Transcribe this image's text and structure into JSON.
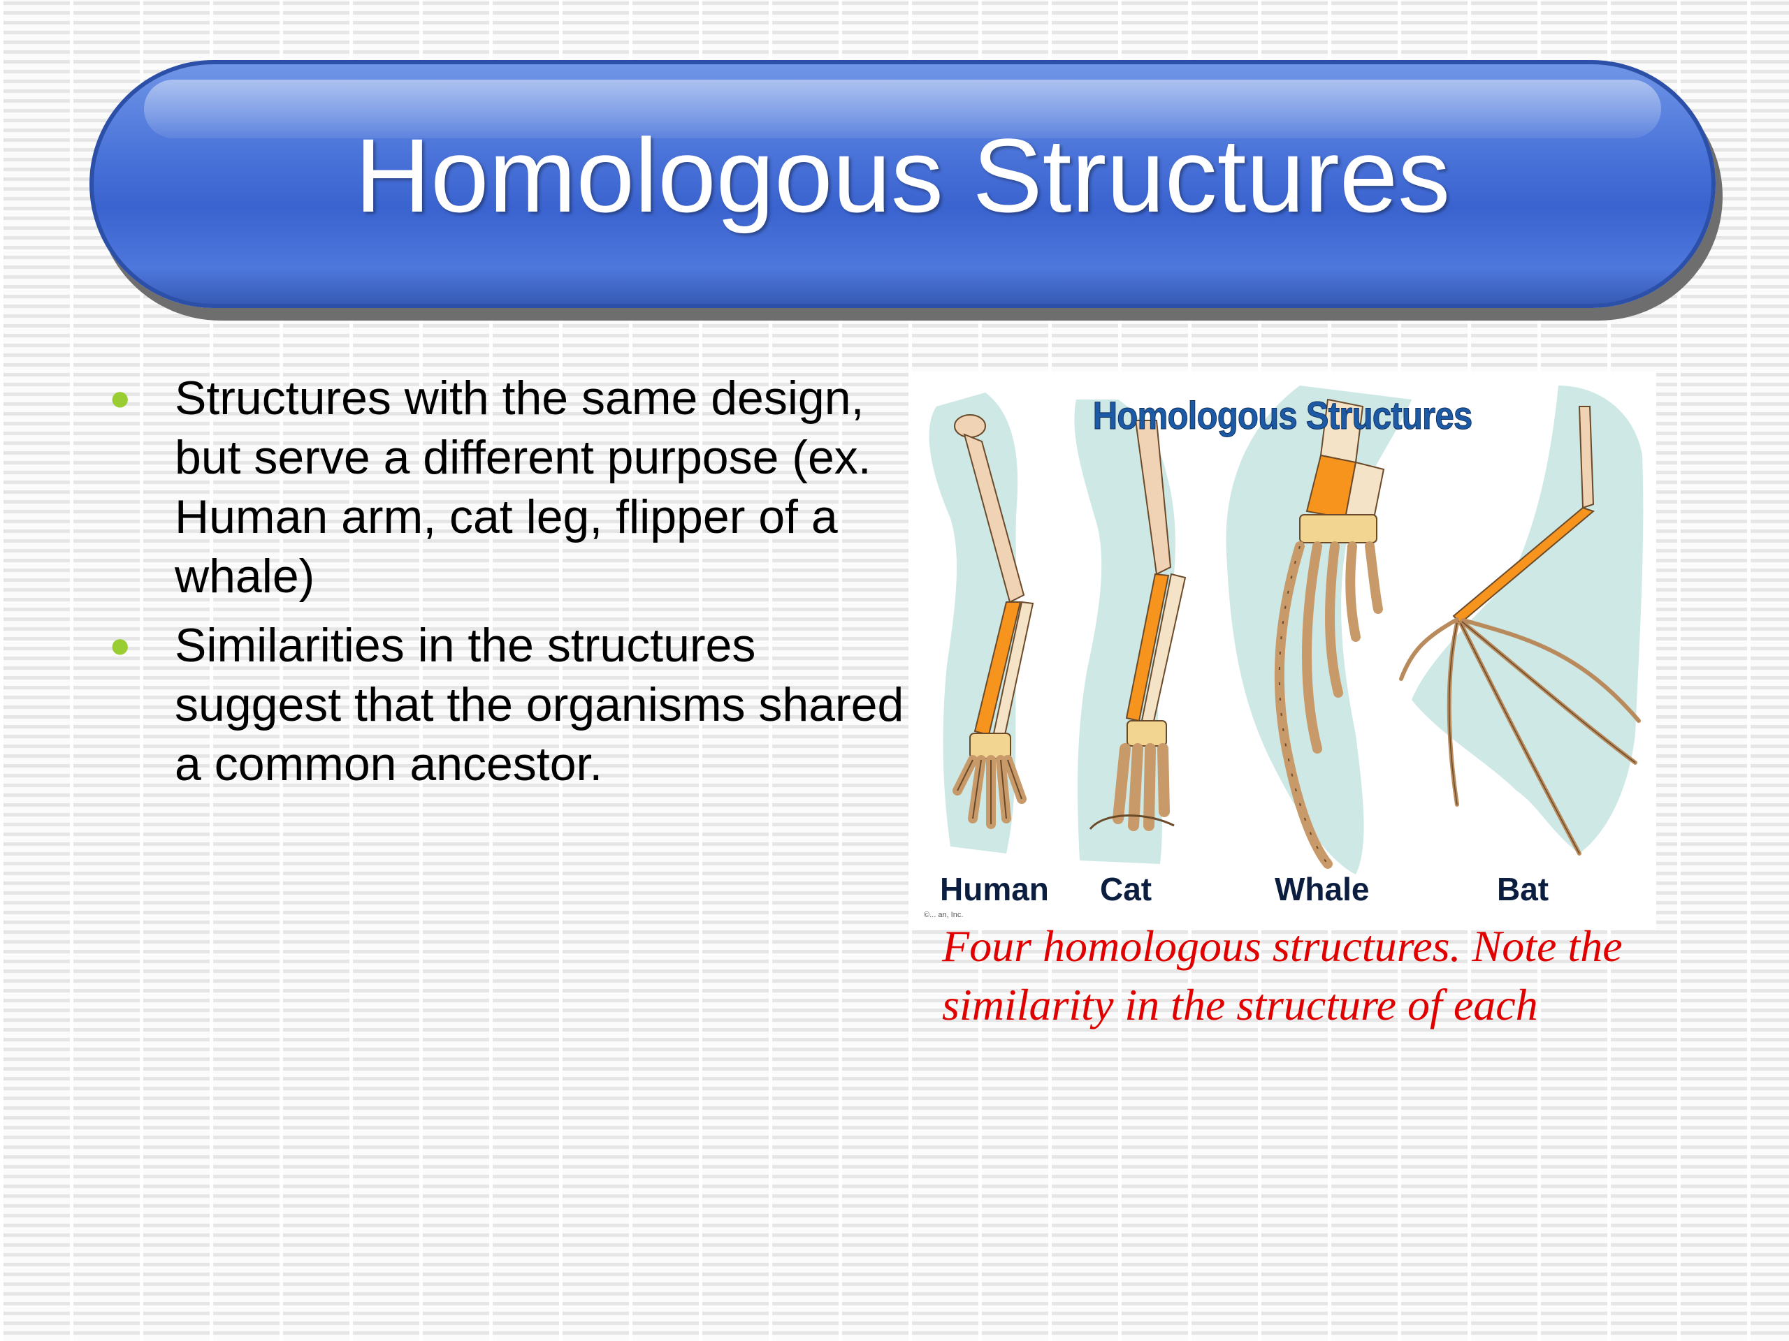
{
  "slide": {
    "title": "Homologous Structures"
  },
  "bullets": [
    "Structures with the same design, but serve a different purpose (ex. Human arm, cat leg, flipper of a whale)",
    "Similarities in the structures suggest that the organisms shared a common ancestor."
  ],
  "figure": {
    "title": "Homologous Structures",
    "labels": {
      "human": "Human",
      "cat": "Cat",
      "whale": "Whale",
      "bat": "Bat"
    },
    "copyright": "©... an, Inc."
  },
  "caption": "Four homologous structures. Note the similarity in the structure of each",
  "colors": {
    "banner": "#4a73d9",
    "bullet": "#9acd32",
    "caption": "#e00000",
    "silhouette": "#cde8e5",
    "upper_bone": "#f0d2b4",
    "forearm_bone": "#f7941d",
    "hand_bone": "#c89a6a"
  }
}
